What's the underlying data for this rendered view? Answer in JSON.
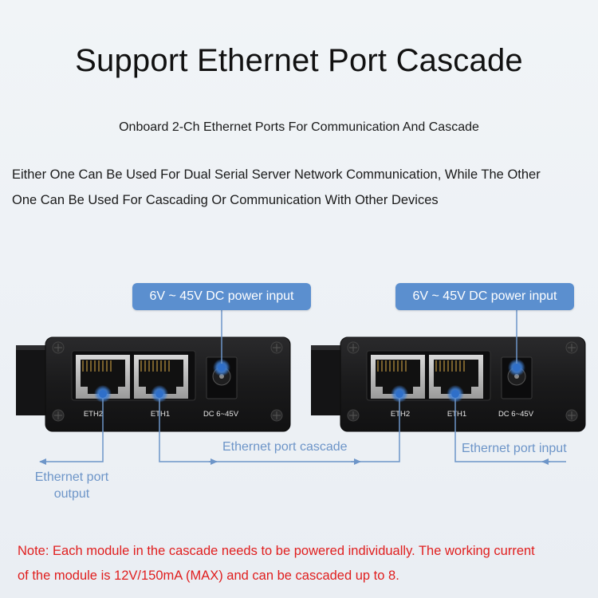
{
  "header": {
    "title": "Support Ethernet Port Cascade",
    "subtitle": "Onboard 2-Ch Ethernet Ports For Communication And Cascade",
    "description_line1": "Either One Can Be Used For Dual Serial Server Network Communication, While The Other",
    "description_line2": "One Can Be Used For Cascading Or Communication With Other Devices"
  },
  "diagram": {
    "modules": [
      {
        "power_callout": "6V ~ 45V DC power input",
        "port_labels": [
          "ETH2",
          "ETH1",
          "DC 6~45V"
        ]
      },
      {
        "power_callout": "6V ~ 45V DC power input",
        "port_labels": [
          "ETH2",
          "ETH1",
          "DC 6~45V"
        ]
      }
    ],
    "labels": {
      "output_line1": "Ethernet port",
      "output_line2": "output",
      "cascade": "Ethernet port cascade",
      "input": "Ethernet port input"
    },
    "colors": {
      "line": "#6d95c8",
      "callout_bg": "#5b8fcf",
      "device_body": "#1b1b1c",
      "port_highlight": "#3f7fd4"
    }
  },
  "note": {
    "line1": "Note: Each module in the cascade needs to be powered individually. The working current",
    "line2": "of the module is 12V/150mA (MAX) and can be cascaded up to 8."
  }
}
